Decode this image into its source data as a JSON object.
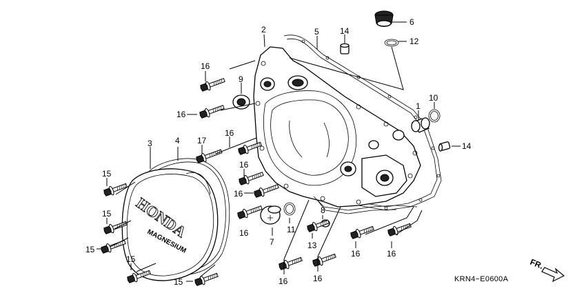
{
  "diagram": {
    "emblem_brand": "HONDA",
    "emblem_material": "MAGNESIUM",
    "direction_label": "FR.",
    "code": "KRN4−E0600A",
    "callouts": [
      {
        "id": "c2",
        "label": "2"
      },
      {
        "id": "c5",
        "label": "5"
      },
      {
        "id": "c14a",
        "label": "14"
      },
      {
        "id": "c6",
        "label": "6"
      },
      {
        "id": "c12",
        "label": "12"
      },
      {
        "id": "c16a",
        "label": "16"
      },
      {
        "id": "c9",
        "label": "9"
      },
      {
        "id": "c16b",
        "label": "16"
      },
      {
        "id": "c1",
        "label": "1"
      },
      {
        "id": "c10",
        "label": "10"
      },
      {
        "id": "c14b",
        "label": "14"
      },
      {
        "id": "c3",
        "label": "3"
      },
      {
        "id": "c4",
        "label": "4"
      },
      {
        "id": "c17",
        "label": "17"
      },
      {
        "id": "c16c",
        "label": "16"
      },
      {
        "id": "c16d",
        "label": "16"
      },
      {
        "id": "c15a",
        "label": "15"
      },
      {
        "id": "c16e",
        "label": "16"
      },
      {
        "id": "c15b",
        "label": "15"
      },
      {
        "id": "c8",
        "label": "8"
      },
      {
        "id": "c16f",
        "label": "16"
      },
      {
        "id": "c7",
        "label": "7"
      },
      {
        "id": "c11",
        "label": "11"
      },
      {
        "id": "c13",
        "label": "13"
      },
      {
        "id": "c15c",
        "label": "15"
      },
      {
        "id": "c16g",
        "label": "16"
      },
      {
        "id": "c16h",
        "label": "16"
      },
      {
        "id": "c15d",
        "label": "15"
      },
      {
        "id": "c16i",
        "label": "16"
      },
      {
        "id": "c16j",
        "label": "16"
      },
      {
        "id": "c15e",
        "label": "15"
      }
    ]
  }
}
